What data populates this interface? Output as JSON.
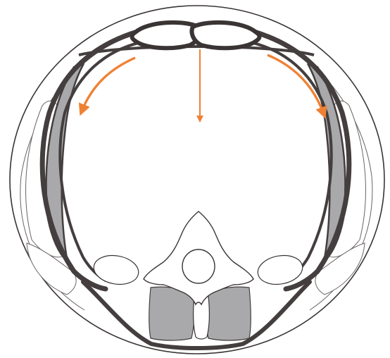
{
  "diagram": {
    "colors": {
      "background": "#ffffff",
      "outline": "#3a3434",
      "thin_line": "#6a6464",
      "muscle_dark": "#443e3e",
      "muscle_gray": "#a9a9ab",
      "arrow": "#ef8133"
    },
    "arrows": [
      {
        "name": "left-curved-arrow",
        "direction": "outward-left"
      },
      {
        "name": "center-down-arrow",
        "direction": "down"
      },
      {
        "name": "right-curved-arrow",
        "direction": "outward-right"
      }
    ]
  }
}
